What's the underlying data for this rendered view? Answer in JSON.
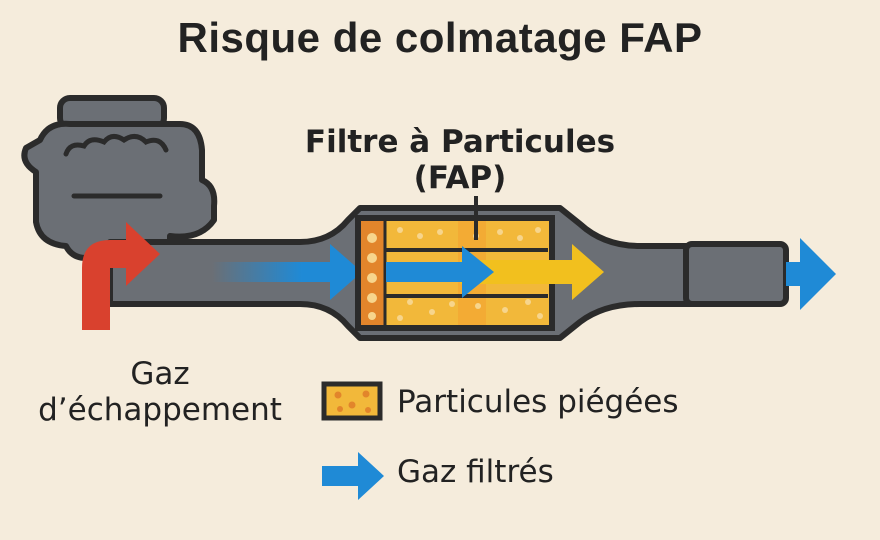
{
  "title": "Risque de colmatage FAP",
  "filter_label_line1": "Filtre à Particules",
  "filter_label_line2": "(FAP)",
  "exhaust_label_line1": "Gaz",
  "exhaust_label_line2": "d’échappement",
  "legend": [
    {
      "icon": "particle-swatch",
      "label": "Particules piégées"
    },
    {
      "icon": "blue-arrow",
      "label": "Gaz filtrés"
    }
  ],
  "colors": {
    "background": "#f5ecdc",
    "pipe": "#6b6f75",
    "outline": "#2b2b2b",
    "particle": "#f2b83a",
    "particle_dark": "#e2852b",
    "exhaust_arrow": "#d9412e",
    "filtered_arrow": "#1f8ad6",
    "particle_arrow": "#f2c01e"
  }
}
